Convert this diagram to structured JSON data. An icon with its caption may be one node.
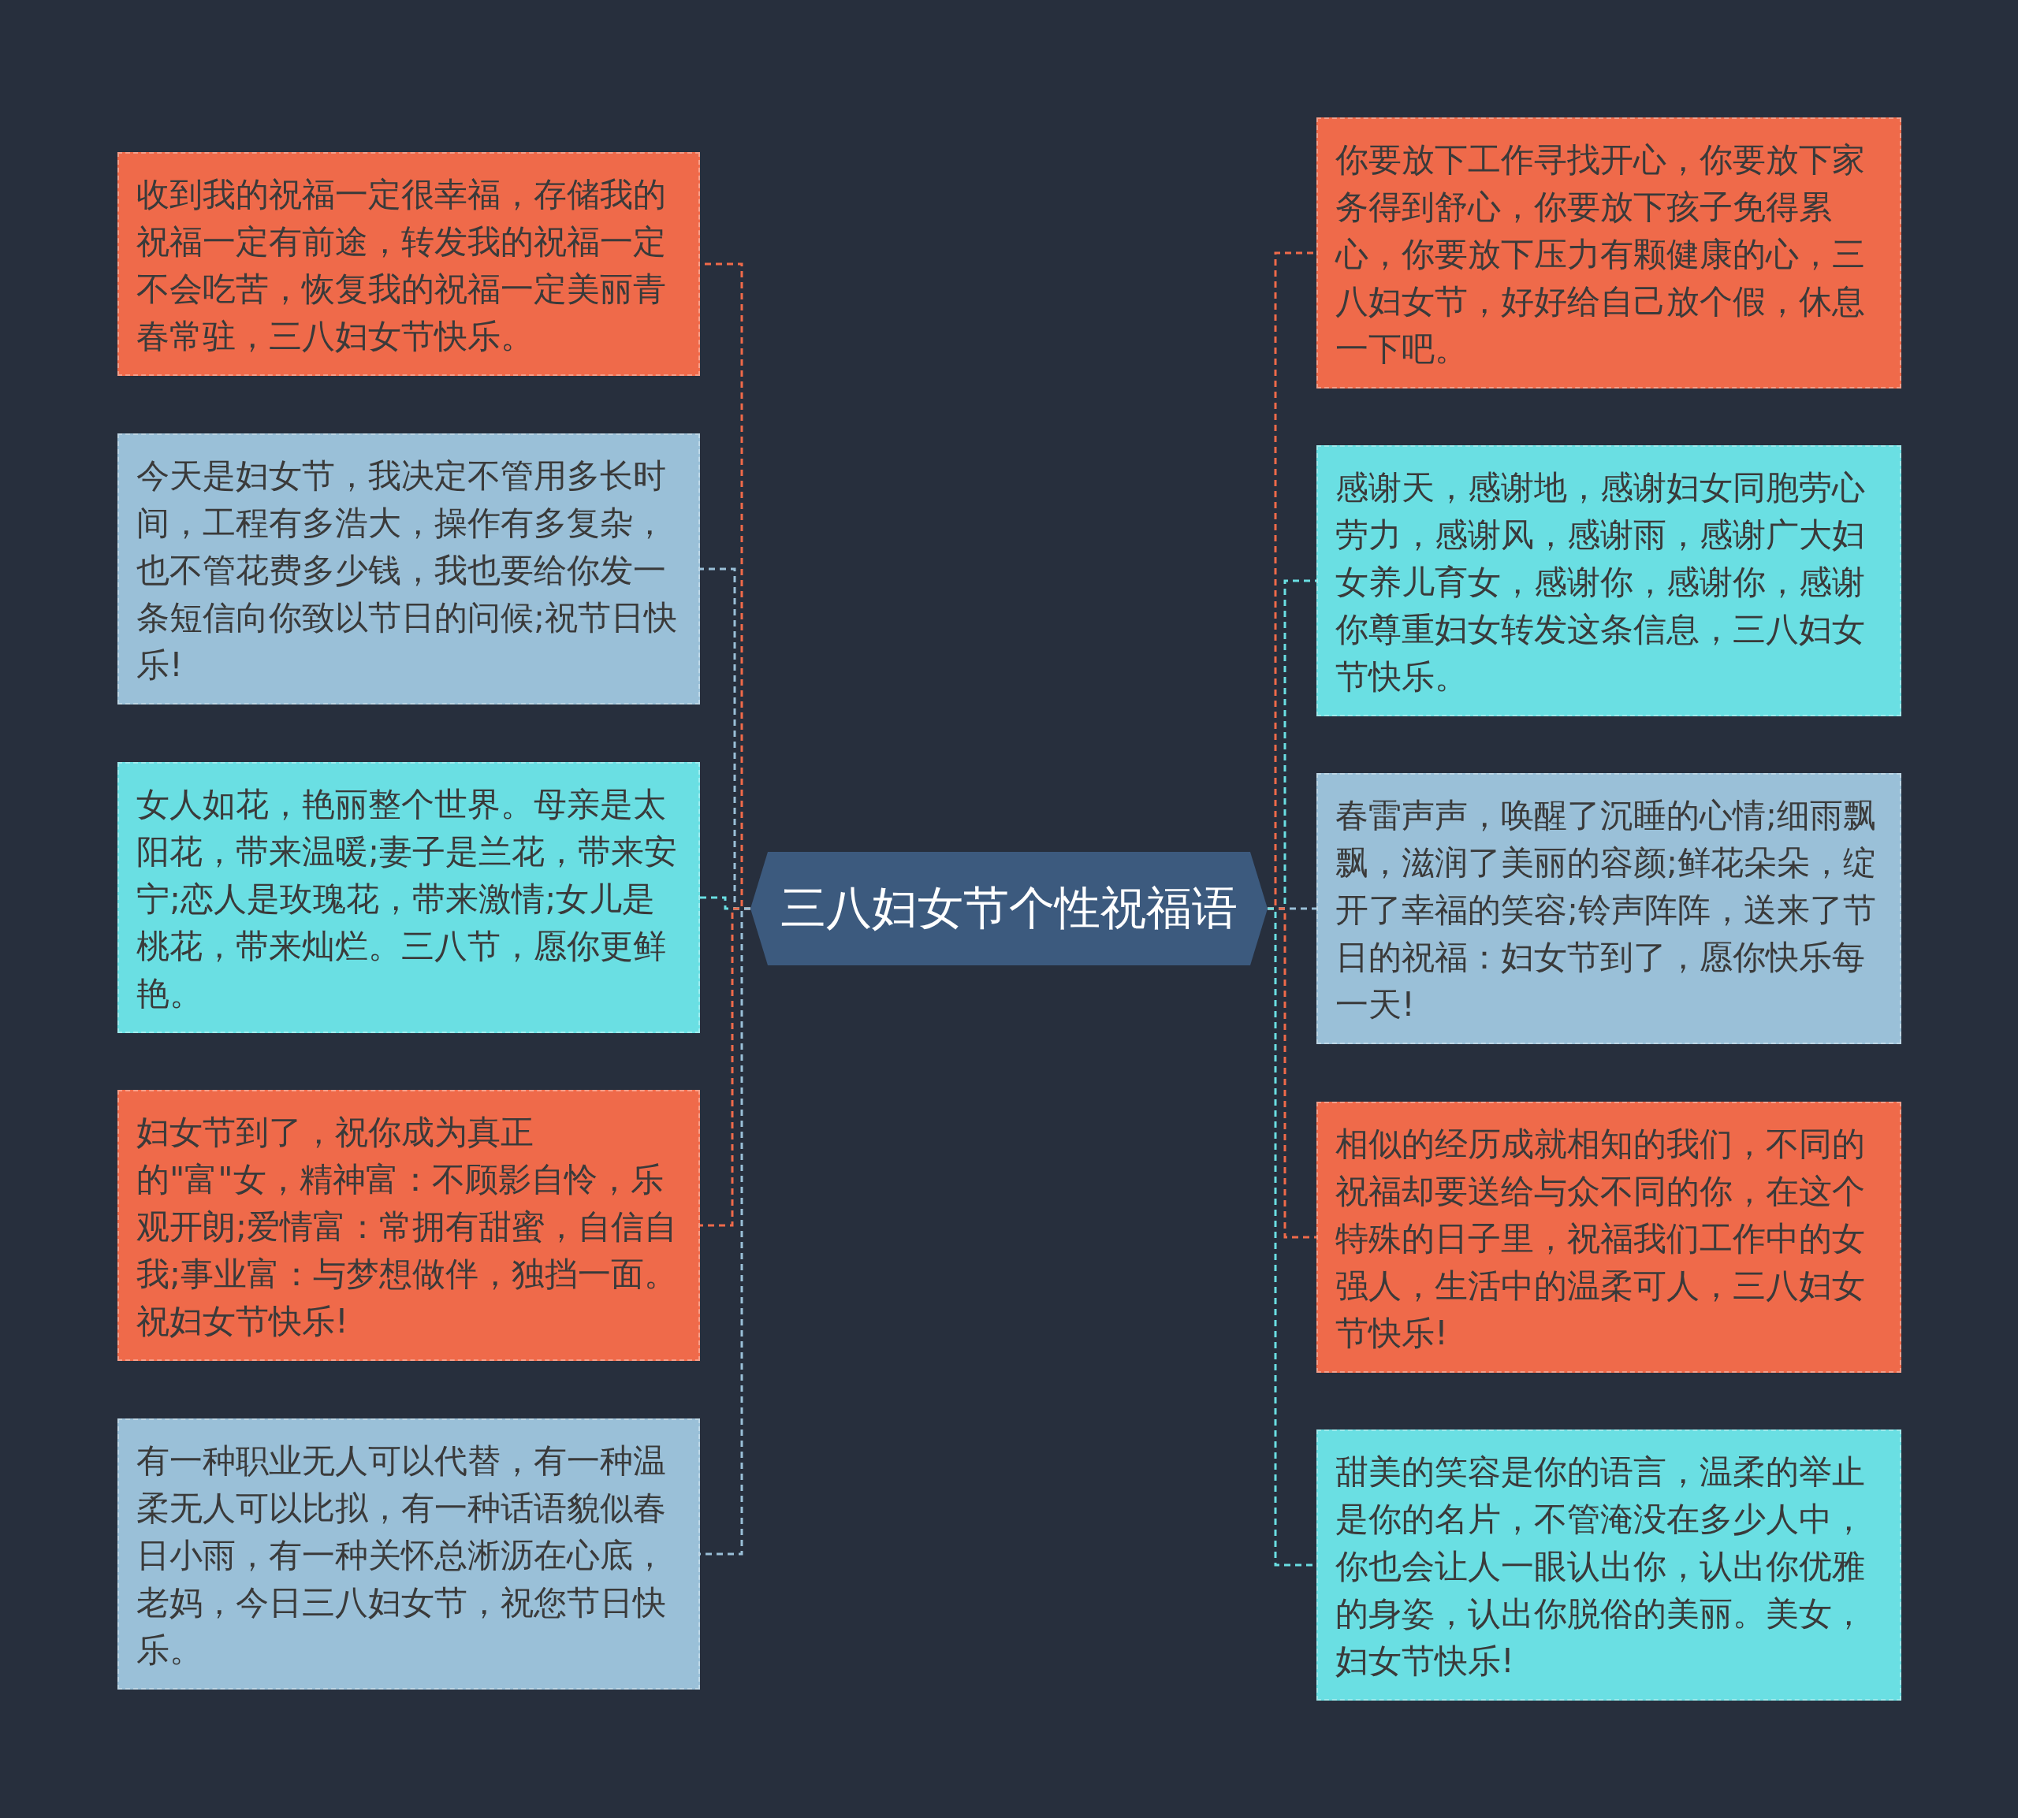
{
  "diagram": {
    "nodes": [
      {
        "text": [
          "三八妇女节个性祝福语"
        ]
      },
      {
        "text": [
          "收到我的祝福一定很幸福，存储我的祝福一定有前途，转发我的祝福一定不会吃苦，恢复我的祝福一定美丽青春常驻，三八妇女节快乐。"
        ]
      },
      {
        "text": [
          "今天是妇女节，我决定不管用多长时间，工程有多浩大，操作有多复杂，也不管花费多少钱，我也要给你发一条短信向你致以节日的问候;祝节日快乐!"
        ]
      },
      {
        "text": [
          "女人如花，艳丽整个世界。母亲是太阳花，带来温暖;妻子是兰花，带来安宁;恋人是玫瑰花，带来激情;女儿是桃花，带来灿烂。三八节，愿你更鲜艳。"
        ]
      },
      {
        "text": [
          "妇女节到了，祝你成为真正的\"富\"女，精神富：不顾影自怜，乐观开朗;爱情富：常拥有甜蜜，自信自我;事业富：与梦想做伴，独挡一面。祝妇女节快乐!"
        ]
      },
      {
        "text": [
          "有一种职业无人可以代替，有一种温柔无人可以比拟，有一种话语貌似春日小雨，有一种关怀总淅沥在心底，老妈，今日三八妇女节，祝您节日快乐。"
        ]
      },
      {
        "text": [
          "你要放下工作寻找开心，你要放下家务得到舒心，你要放下孩子免得累心，你要放下压力有颗健康的心，三八妇女节，好好给自己放个假，休息一下吧。"
        ]
      },
      {
        "text": [
          "感谢天，感谢地，感谢妇女同胞劳心劳力，感谢风，感谢雨，感谢广大妇女养儿育女，感谢你，感谢你，感谢你尊重妇女转发这条信息，三八妇女节快乐。"
        ]
      },
      {
        "text": [
          "春雷声声，唤醒了沉睡的心情;细雨飘飘，滋润了美丽的容颜;鲜花朵朵，绽开了幸福的笑容;铃声阵阵，送来了节日的祝福：妇女节到了，愿你快乐每一天!"
        ]
      },
      {
        "text": [
          "相似的经历成就相知的我们，不同的祝福却要送给与众不同的你，在这个特殊的日子里，祝福我们工作中的女强人，生活中的温柔可人，三八妇女节快乐!"
        ]
      },
      {
        "text": [
          "甜美的笑容是你的语言，温柔的举止是你的名片，不管淹没在多少人中，你也会让人一眼认出你，认出你优雅的身姿，认出你脱俗的美丽。美女，妇女节快乐!"
        ]
      }
    ],
    "edges": [
      {
        "from": 0,
        "to": 1,
        "arrow": "none",
        "style": "dashed",
        "color": "#ef6a4a"
      },
      {
        "from": 0,
        "to": 2,
        "arrow": "none",
        "style": "dashed",
        "color": "#9ac0d8"
      },
      {
        "from": 0,
        "to": 3,
        "arrow": "none",
        "style": "dashed",
        "color": "#6adfe3"
      },
      {
        "from": 0,
        "to": 4,
        "arrow": "none",
        "style": "dashed",
        "color": "#ef6a4a"
      },
      {
        "from": 0,
        "to": 5,
        "arrow": "none",
        "style": "dashed",
        "color": "#9ac0d8"
      },
      {
        "from": 0,
        "to": 6,
        "arrow": "none",
        "style": "dashed",
        "color": "#ef6a4a"
      },
      {
        "from": 0,
        "to": 7,
        "arrow": "none",
        "style": "dashed",
        "color": "#6adfe3"
      },
      {
        "from": 0,
        "to": 8,
        "arrow": "none",
        "style": "dashed",
        "color": "#9ac0d8"
      },
      {
        "from": 0,
        "to": 9,
        "arrow": "none",
        "style": "dashed",
        "color": "#ef6a4a"
      },
      {
        "from": 0,
        "to": 10,
        "arrow": "none",
        "style": "dashed",
        "color": "#6adfe3"
      }
    ]
  }
}
